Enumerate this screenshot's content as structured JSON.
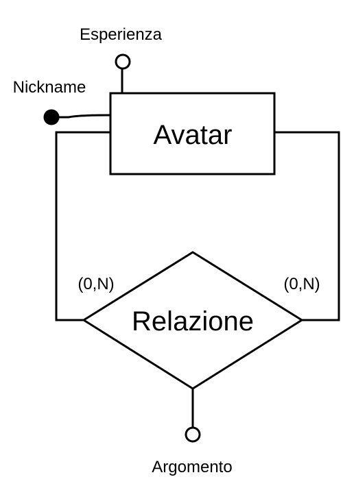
{
  "diagram": {
    "entity": {
      "name": "Avatar"
    },
    "relationship": {
      "name": "Relazione"
    },
    "attributes": {
      "top": "Esperienza",
      "left_key": "Nickname",
      "bottom": "Argomento"
    },
    "cardinalities": {
      "left": "(0,N)",
      "right": "(0,N)"
    },
    "colors": {
      "stroke": "#000000",
      "background": "#ffffff"
    }
  }
}
